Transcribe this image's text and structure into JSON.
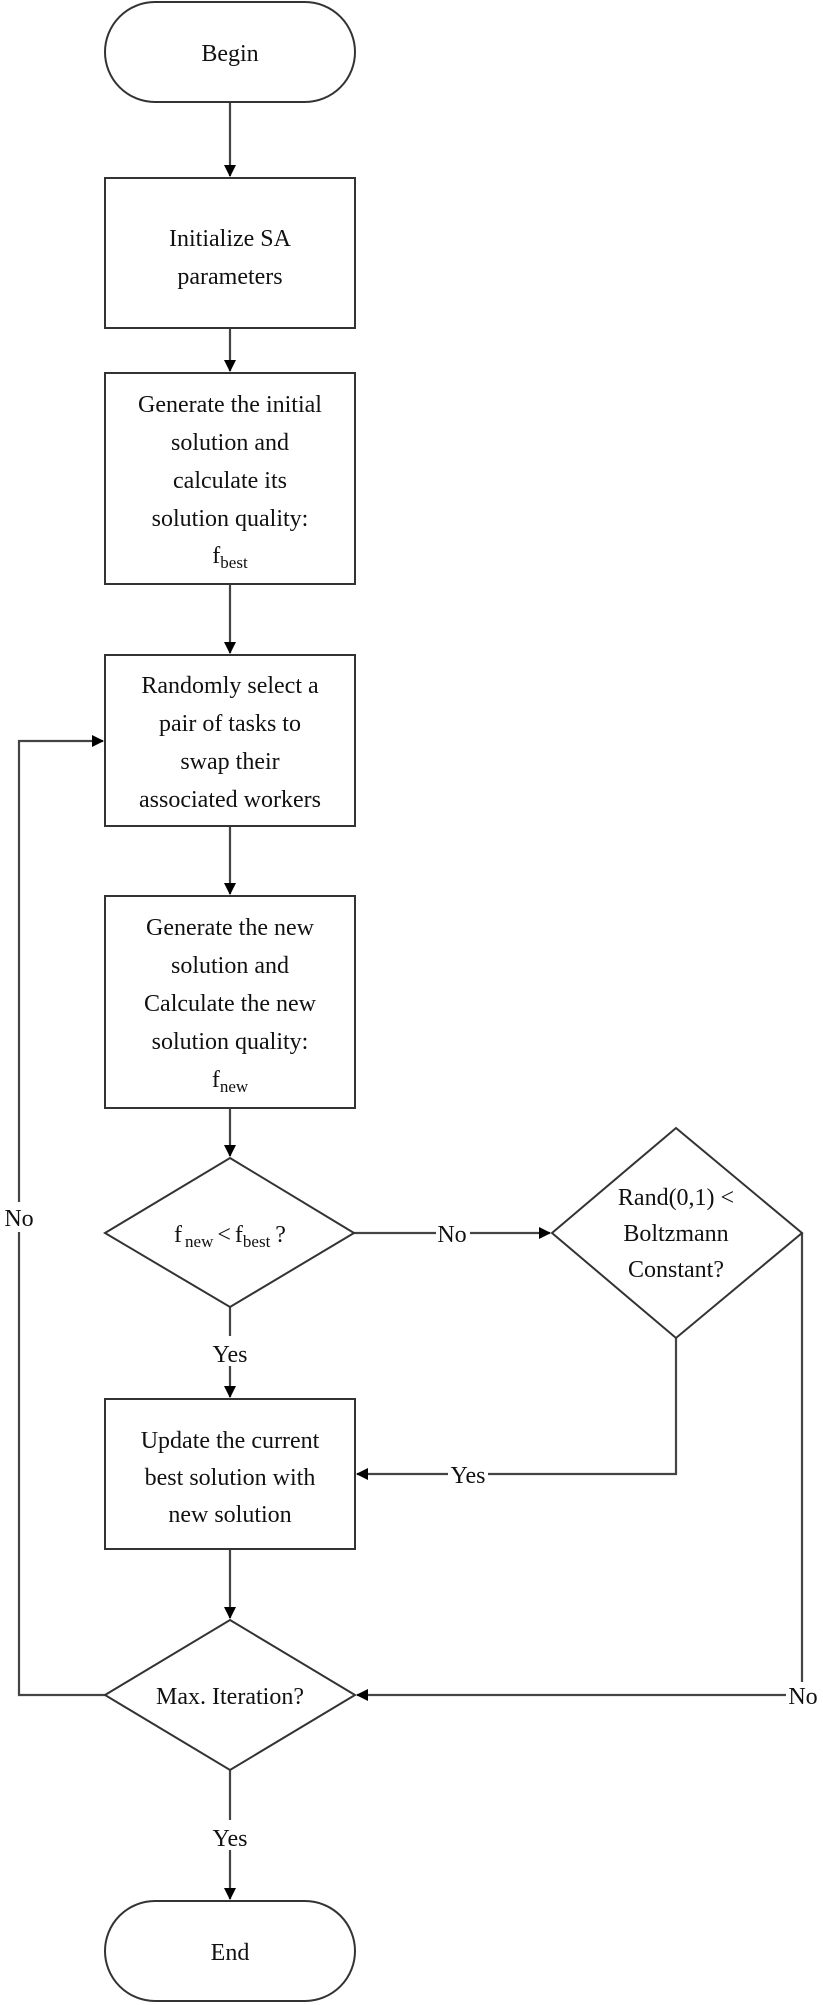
{
  "flowchart": {
    "nodes": {
      "begin": {
        "type": "terminal",
        "lines": [
          "Begin"
        ]
      },
      "init": {
        "type": "process",
        "lines": [
          "Initialize SA",
          "parameters"
        ]
      },
      "gen_initial": {
        "type": "process",
        "lines": [
          "Generate the initial",
          "solution and",
          "calculate its",
          "solution quality:"
        ],
        "formula": {
          "base": "f",
          "sub": "best"
        }
      },
      "swap": {
        "type": "process",
        "lines": [
          "Randomly select a",
          "pair of tasks to",
          "swap their",
          "associated workers"
        ]
      },
      "gen_new": {
        "type": "process",
        "lines": [
          "Generate the new",
          "solution and",
          "Calculate the new",
          "solution quality:"
        ],
        "formula": {
          "base": "f",
          "sub": "new"
        }
      },
      "compare": {
        "type": "decision",
        "formula": {
          "a_base": "f",
          "a_sub": "new",
          "op": "<",
          "b_base": "f",
          "b_sub": "best",
          "suffix": "?"
        }
      },
      "boltzmann": {
        "type": "decision",
        "lines": [
          "Rand(0,1) <",
          "Boltzmann",
          "Constant?"
        ]
      },
      "update": {
        "type": "process",
        "lines": [
          "Update the current",
          "best solution with",
          "new solution"
        ]
      },
      "max_iter": {
        "type": "decision",
        "lines": [
          "Max. Iteration?"
        ]
      },
      "end": {
        "type": "terminal",
        "lines": [
          "End"
        ]
      }
    },
    "edges": [
      {
        "from": "begin",
        "to": "init",
        "label": ""
      },
      {
        "from": "init",
        "to": "gen_initial",
        "label": ""
      },
      {
        "from": "gen_initial",
        "to": "swap",
        "label": ""
      },
      {
        "from": "swap",
        "to": "gen_new",
        "label": ""
      },
      {
        "from": "gen_new",
        "to": "compare",
        "label": ""
      },
      {
        "from": "compare",
        "to": "update",
        "label": "Yes"
      },
      {
        "from": "compare",
        "to": "boltzmann",
        "label": "No"
      },
      {
        "from": "boltzmann",
        "to": "update",
        "label": "Yes"
      },
      {
        "from": "boltzmann",
        "to": "max_iter",
        "label": "No"
      },
      {
        "from": "update",
        "to": "max_iter",
        "label": ""
      },
      {
        "from": "max_iter",
        "to": "swap",
        "label": "No"
      },
      {
        "from": "max_iter",
        "to": "end",
        "label": "Yes"
      }
    ]
  }
}
